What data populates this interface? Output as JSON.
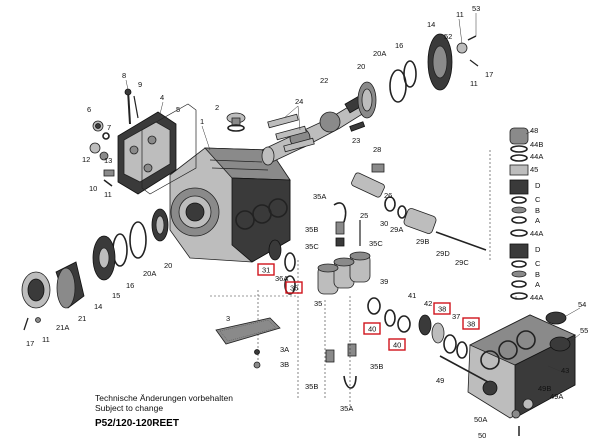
{
  "labels": [
    {
      "id": "53",
      "text": "53"
    },
    {
      "id": "11a",
      "text": "11"
    },
    {
      "id": "14a",
      "text": "14"
    },
    {
      "id": "52",
      "text": "52"
    },
    {
      "id": "16a",
      "text": "16"
    },
    {
      "id": "20Aa",
      "text": "20A"
    },
    {
      "id": "20a",
      "text": "20"
    },
    {
      "id": "17a",
      "text": "17"
    },
    {
      "id": "11b",
      "text": "11"
    },
    {
      "id": "8",
      "text": "8"
    },
    {
      "id": "9",
      "text": "9"
    },
    {
      "id": "4",
      "text": "4"
    },
    {
      "id": "5",
      "text": "5"
    },
    {
      "id": "6",
      "text": "6"
    },
    {
      "id": "7",
      "text": "7"
    },
    {
      "id": "22",
      "text": "22"
    },
    {
      "id": "24",
      "text": "24"
    },
    {
      "id": "2",
      "text": "2"
    },
    {
      "id": "1",
      "text": "1"
    },
    {
      "id": "12",
      "text": "12"
    },
    {
      "id": "13",
      "text": "13"
    },
    {
      "id": "10",
      "text": "10"
    },
    {
      "id": "11c",
      "text": "11"
    },
    {
      "id": "23",
      "text": "23"
    },
    {
      "id": "28",
      "text": "28"
    },
    {
      "id": "48",
      "text": "48"
    },
    {
      "id": "44Ba",
      "text": "44B"
    },
    {
      "id": "44Aa",
      "text": "44A"
    },
    {
      "id": "45",
      "text": "45"
    },
    {
      "id": "Da",
      "text": "D"
    },
    {
      "id": "Ca",
      "text": "C"
    },
    {
      "id": "Ba",
      "text": "B"
    },
    {
      "id": "Aa",
      "text": "A"
    },
    {
      "id": "44Ab",
      "text": "44A"
    },
    {
      "id": "Db",
      "text": "D"
    },
    {
      "id": "Cb",
      "text": "C"
    },
    {
      "id": "Bb",
      "text": "B"
    },
    {
      "id": "Ab",
      "text": "A"
    },
    {
      "id": "44Ac",
      "text": "44A"
    },
    {
      "id": "35Aa",
      "text": "35A"
    },
    {
      "id": "25",
      "text": "25"
    },
    {
      "id": "26",
      "text": "26"
    },
    {
      "id": "30",
      "text": "30"
    },
    {
      "id": "29A",
      "text": "29A"
    },
    {
      "id": "29B",
      "text": "29B"
    },
    {
      "id": "29D",
      "text": "29D"
    },
    {
      "id": "29C",
      "text": "29C"
    },
    {
      "id": "35Ba",
      "text": "35B"
    },
    {
      "id": "35Ca",
      "text": "35C"
    },
    {
      "id": "35Cb",
      "text": "35C"
    },
    {
      "id": "20b",
      "text": "20"
    },
    {
      "id": "20Ab",
      "text": "20A"
    },
    {
      "id": "16b",
      "text": "16"
    },
    {
      "id": "15",
      "text": "15"
    },
    {
      "id": "14b",
      "text": "14"
    },
    {
      "id": "21",
      "text": "21"
    },
    {
      "id": "21A",
      "text": "21A"
    },
    {
      "id": "17b",
      "text": "17"
    },
    {
      "id": "11d",
      "text": "11"
    },
    {
      "id": "36A",
      "text": "36A"
    },
    {
      "id": "35",
      "text": "35"
    },
    {
      "id": "39",
      "text": "39"
    },
    {
      "id": "41",
      "text": "41"
    },
    {
      "id": "42",
      "text": "42"
    },
    {
      "id": "37",
      "text": "37"
    },
    {
      "id": "54",
      "text": "54"
    },
    {
      "id": "55",
      "text": "55"
    },
    {
      "id": "43",
      "text": "43"
    },
    {
      "id": "3",
      "text": "3"
    },
    {
      "id": "3A",
      "text": "3A"
    },
    {
      "id": "3B",
      "text": "3B"
    },
    {
      "id": "35Bb",
      "text": "35B"
    },
    {
      "id": "35Bc",
      "text": "35B"
    },
    {
      "id": "35Ab",
      "text": "35A"
    },
    {
      "id": "49",
      "text": "49"
    },
    {
      "id": "49B",
      "text": "49B"
    },
    {
      "id": "49A",
      "text": "49A"
    },
    {
      "id": "50A",
      "text": "50A"
    },
    {
      "id": "50",
      "text": "50"
    }
  ],
  "highlighted_labels": [
    {
      "id": "h31",
      "text": "31"
    },
    {
      "id": "h36",
      "text": "36"
    },
    {
      "id": "h38a",
      "text": "38"
    },
    {
      "id": "h40a",
      "text": "40"
    },
    {
      "id": "h40b",
      "text": "40"
    },
    {
      "id": "h38b",
      "text": "38"
    },
    {
      "id": "h38c",
      "text": "38"
    }
  ],
  "notes": {
    "line1": "Technische Änderungen vorbehalten",
    "line2": "Subject to change"
  },
  "model": "P52/120-120REET",
  "colors": {
    "highlight": "#d0141c"
  }
}
